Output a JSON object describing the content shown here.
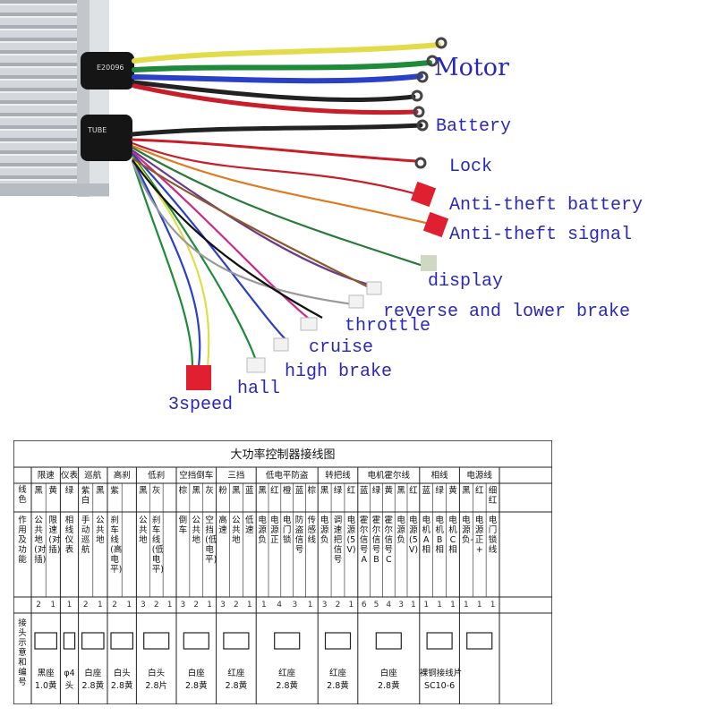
{
  "photo": {
    "controller_marking_1": "E20096",
    "controller_marking_2": "TUBE",
    "labels": {
      "motor": "Motor",
      "battery": "Battery",
      "lock": "Lock",
      "antitheft_battery": "Anti-theft battery",
      "antitheft_signal": "Anti-theft signal",
      "display": "display",
      "reverse_brake": "reverse and lower brake",
      "throttle": "throttle",
      "cruise": "cruise",
      "high_brake": "high brake",
      "hall": "hall",
      "speed3": "3speed"
    },
    "colors": {
      "label_text": "#2a28b8",
      "housing": "#c8ccd0",
      "connector_red": "#e02030"
    }
  },
  "table": {
    "title": "大功率控制器接线图",
    "row_headers": {
      "color": "线色",
      "function": "作用及功能",
      "connector": "接头示意和编号"
    },
    "groups": [
      {
        "name": "限速",
        "color": [
          "黑",
          "黄"
        ],
        "function": [
          "公共地(对插)",
          "限速(对插)"
        ],
        "nums": [
          "2",
          "1"
        ],
        "conn": [
          "黑座",
          "1.0黄"
        ]
      },
      {
        "name": "仪表",
        "color": [
          "绿"
        ],
        "function": [
          "相线仪表"
        ],
        "nums": [
          "1"
        ],
        "conn": [
          "φ4",
          "头"
        ]
      },
      {
        "name": "巡航",
        "color": [
          "紫白",
          "黑"
        ],
        "function": [
          "手动巡航",
          "公共地"
        ],
        "nums": [
          "2",
          "1"
        ],
        "conn": [
          "白座",
          "2.8黄"
        ]
      },
      {
        "name": "高刹",
        "color": [
          "紫"
        ],
        "function": [
          "刹车线(高电平)"
        ],
        "nums": [
          "2",
          "1"
        ],
        "conn": [
          "白头",
          "2.8黄"
        ]
      },
      {
        "name": "低刹",
        "color": [
          "黑",
          "灰"
        ],
        "function": [
          "公共地",
          "刹车线(低电平)"
        ],
        "nums": [
          "3",
          "2",
          "1"
        ],
        "conn": [
          "白头",
          "2.8片"
        ]
      },
      {
        "name": "空挡倒车",
        "color": [
          "棕",
          "黑",
          "灰"
        ],
        "function": [
          "倒车",
          "公共地",
          "空挡(低电平)"
        ],
        "nums": [
          "3",
          "2",
          "1"
        ],
        "conn": [
          "白座",
          "2.8黄"
        ]
      },
      {
        "name": "三挡",
        "color": [
          "粉",
          "黑",
          "蓝"
        ],
        "function": [
          "高速",
          "公共地",
          "低速"
        ],
        "nums": [
          "3",
          "2",
          "1"
        ],
        "conn": [
          "红座",
          "2.8黄"
        ]
      },
      {
        "name": "低电平防盗",
        "color": [
          "黑",
          "红",
          "橙",
          "蓝",
          "棕"
        ],
        "function": [
          "电源负",
          "电源正",
          "电门锁",
          "防盗信号",
          "传感线"
        ],
        "nums": [
          "1",
          "4",
          "3",
          "1"
        ],
        "conn": [
          "红座",
          "2.8黄"
        ]
      },
      {
        "name": "转把线",
        "color": [
          "黑",
          "绿",
          "红"
        ],
        "function": [
          "电源负",
          "调速把信号",
          "电源(5V)"
        ],
        "nums": [
          "3",
          "2",
          "1"
        ],
        "conn": [
          "红座",
          "2.8黄"
        ]
      },
      {
        "name": "电机霍尔线",
        "color": [
          "蓝",
          "绿",
          "黄",
          "黑",
          "红"
        ],
        "function": [
          "霍尔信号A",
          "霍尔信号B",
          "霍尔信号C",
          "电源负",
          "电源(5V)"
        ],
        "nums": [
          "6",
          "5",
          "4",
          "3",
          "1"
        ],
        "conn": [
          "白座",
          "2.8黄"
        ]
      },
      {
        "name": "相线",
        "color": [
          "蓝",
          "绿",
          "黄"
        ],
        "function": [
          "电机A相",
          "电机B相",
          "电机C相"
        ],
        "nums": [
          "1",
          "1",
          "1"
        ],
        "conn": [
          "裸铜接线片",
          "SC10-6"
        ]
      },
      {
        "name": "电源线",
        "color": [
          "黑",
          "红",
          "细红"
        ],
        "function": [
          "电源负-",
          "电源正+",
          "电门锁线"
        ],
        "nums": [
          "1",
          "1",
          "1"
        ],
        "conn": [
          "",
          ""
        ]
      }
    ]
  }
}
